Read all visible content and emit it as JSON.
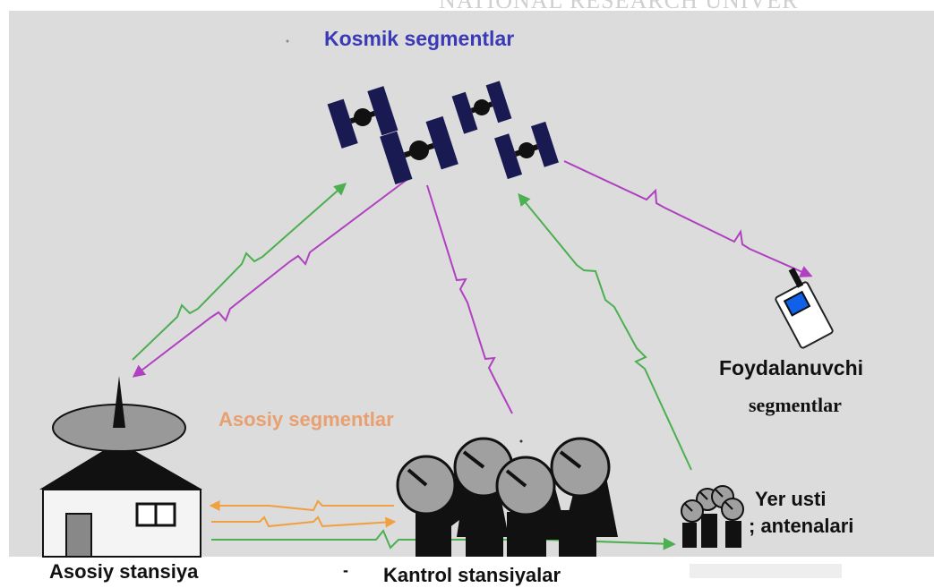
{
  "watermark": {
    "text": "NATIONAL RESEARCH UNIVER"
  },
  "labels": {
    "space_segments": "Kosmik segmentlar",
    "main_segments": "Asosiy segmentlar",
    "user_segments_line1": "Foydalanuvchi",
    "user_segments_line2": "segmentlar",
    "ground_antennas_line1": "Yer usti",
    "ground_antennas_line2": "; antenalari",
    "main_station": "Asosiy stansiya",
    "control_stations": "Kantrol stansiyalar",
    "dash_mark": "-"
  },
  "colors": {
    "background": "#dcdcdc",
    "uplink": "#4caf50",
    "downlink": "#b040c0",
    "ground_link": "#f0a040",
    "title": "#3a3ab8",
    "main_segments": "#e8a070",
    "ink": "#111111",
    "device_screen": "#1060e8"
  }
}
